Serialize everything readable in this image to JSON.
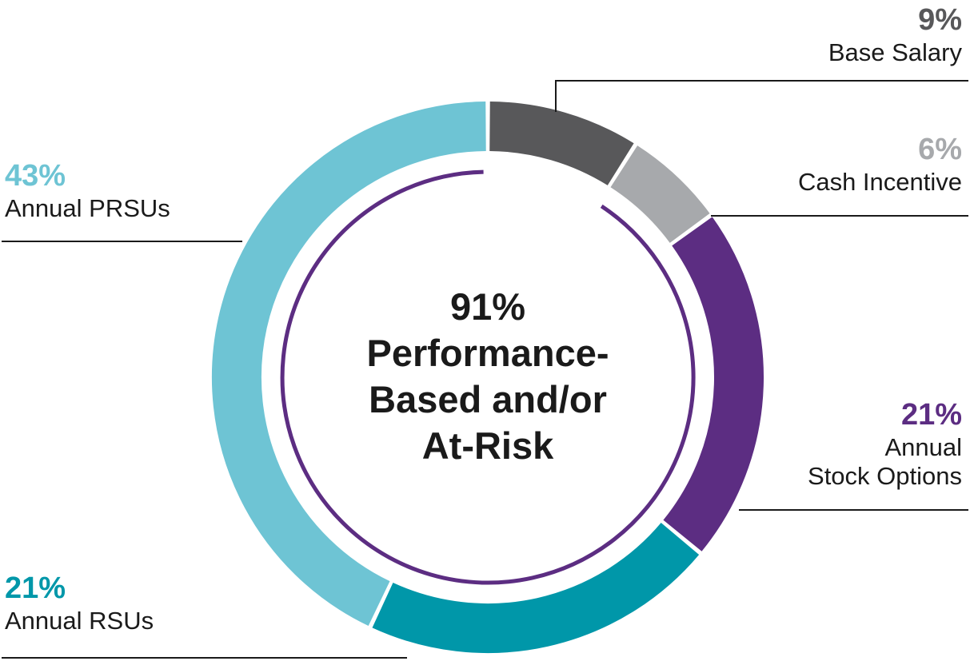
{
  "chart_data": {
    "type": "pie",
    "donut": true,
    "direction": "clockwise",
    "start_angle_deg": 0,
    "segments": [
      {
        "label": "Base Salary",
        "percent": 9,
        "color": "#58585A"
      },
      {
        "label": "Cash Incentive",
        "percent": 6,
        "color": "#A7A9AC"
      },
      {
        "label": "Annual Stock Options",
        "percent": 21,
        "color": "#5C2D82"
      },
      {
        "label": "Annual RSUs",
        "percent": 21,
        "color": "#0097A9"
      },
      {
        "label": "Annual PRSUs",
        "percent": 43,
        "color": "#6EC4D4"
      }
    ],
    "highlight_arc": {
      "percent": 91,
      "label": "Performance-Based and/or At-Risk",
      "excludes": "Base Salary",
      "color": "#5C2D82"
    },
    "center_text": [
      "91%",
      "Performance-",
      "Based and/or",
      "At-Risk"
    ],
    "legend_position": "callout-labels"
  },
  "labels": {
    "base_salary": {
      "pct": "9%",
      "name": "Base Salary",
      "color": "#58585A"
    },
    "cash_incentive": {
      "pct": "6%",
      "name": "Cash Incentive",
      "color": "#A7A9AC"
    },
    "stock_options": {
      "pct": "21%",
      "name_line1": "Annual",
      "name_line2": "Stock Options",
      "color": "#5C2D82"
    },
    "prsus": {
      "pct": "43%",
      "name": "Annual PRSUs",
      "color": "#6EC4D4"
    },
    "rsus": {
      "pct": "21%",
      "name": "Annual RSUs",
      "color": "#0097A9"
    }
  },
  "center": {
    "line1": "91%",
    "line2": "Performance-",
    "line3": "Based and/or",
    "line4": "At-Risk"
  },
  "colors": {
    "text_black": "#1a1a1a",
    "leader_line": "#1a1a1a"
  }
}
